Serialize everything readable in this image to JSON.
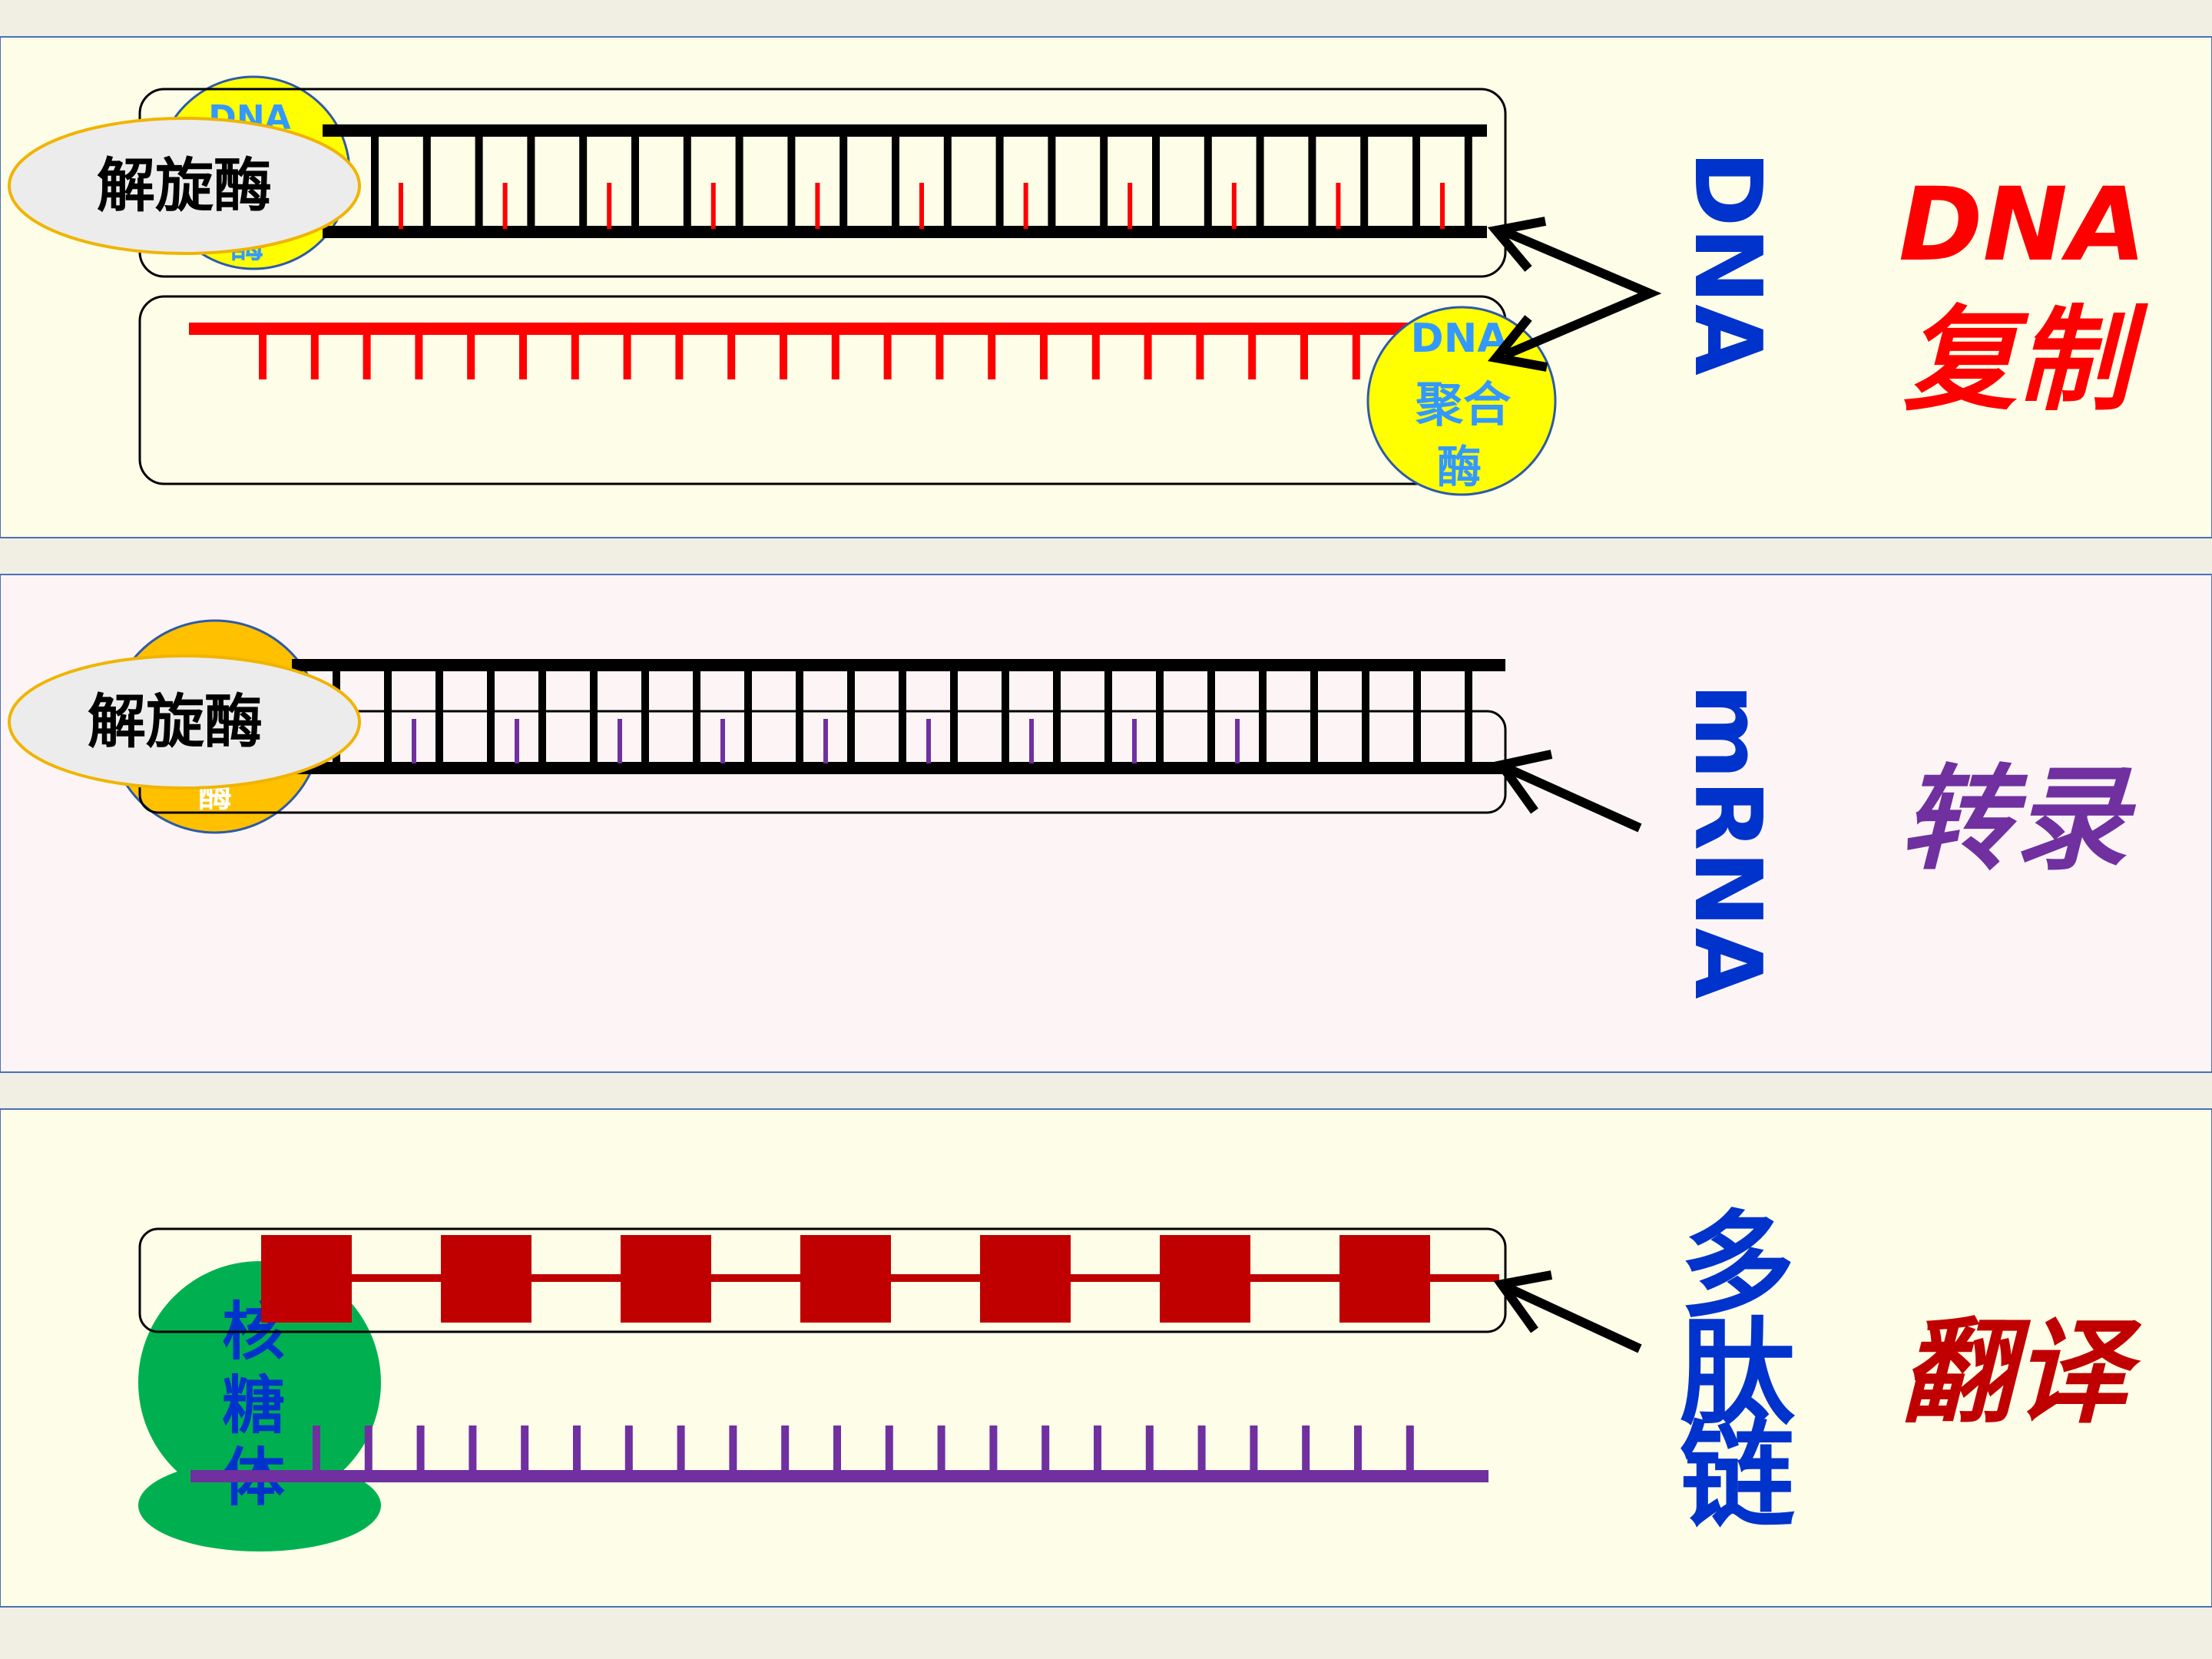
{
  "panels": [
    {
      "id": "replication",
      "background": "#fdfde8",
      "process_label": "DNA 复制",
      "process_title": "DNA",
      "process_subtitle": "复制",
      "product_label": "DNA",
      "enzymes": {
        "helicase": "解旋酶",
        "hidden_enzyme_label": "DNA",
        "polymerase_line1": "DNA",
        "polymerase_line2": "聚合",
        "polymerase_line3": "酶"
      }
    },
    {
      "id": "transcription",
      "background": "#fdf5f5",
      "process_label": "转录",
      "product_label": "mRNA",
      "enzymes": {
        "helicase": "解旋酶",
        "hidden_enzyme_label": "酶"
      }
    },
    {
      "id": "translation",
      "background": "#fdfde8",
      "process_label": "翻译",
      "product_label_lines": [
        "多",
        "肽",
        "链"
      ],
      "ribosome_lines": [
        "核",
        "糖",
        "体"
      ]
    }
  ],
  "colors": {
    "dna_strand": "#000000",
    "new_dna_strand": "#ff0000",
    "rna_strand": "#7030a0",
    "polypeptide": "#c00000",
    "label_blue": "#0033cc",
    "replication_red": "#ff0000",
    "transcription_purple": "#7030a0",
    "translation_red": "#c00000",
    "helicase_fill": "#ececec",
    "polymerase_fill": "#ffff00",
    "rna_polymerase_fill": "#ffc000",
    "ribosome_fill": "#00b050"
  }
}
